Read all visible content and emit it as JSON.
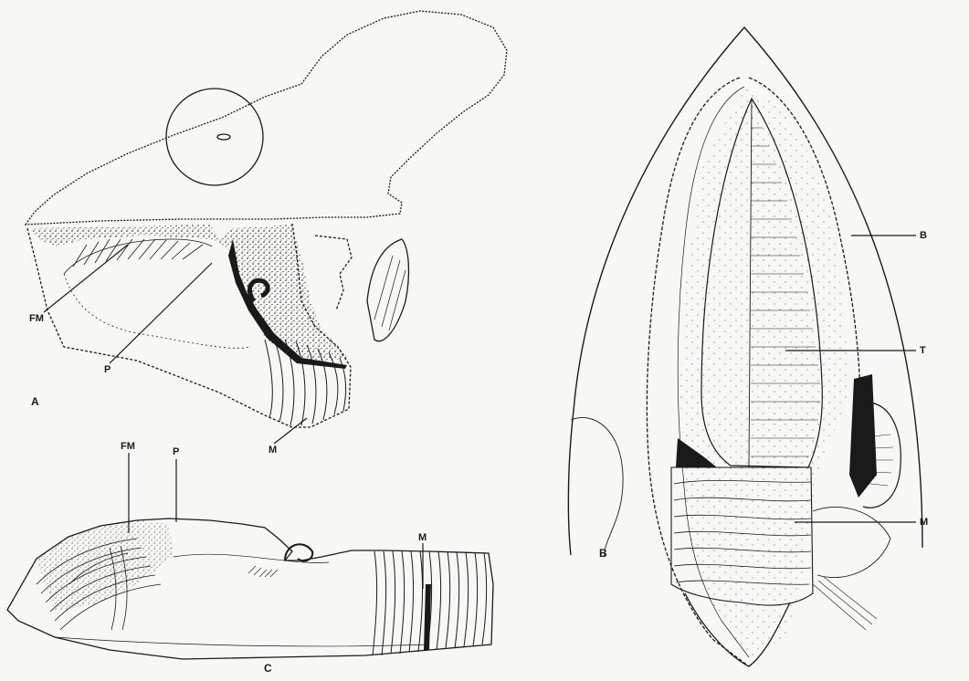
{
  "figure": {
    "panels": [
      {
        "id": "A",
        "label": "A"
      },
      {
        "id": "B",
        "label": "B"
      },
      {
        "id": "C",
        "label": "C"
      }
    ],
    "labels": {
      "A_fm": "FM",
      "A_p": "P",
      "A_m": "M",
      "B_b": "B",
      "B_t": "T",
      "B_m": "M",
      "C_fm": "FM",
      "C_p": "P",
      "C_m": "M"
    },
    "colors": {
      "ink": "#1a1a1a",
      "paper": "#f7f7f5"
    }
  }
}
